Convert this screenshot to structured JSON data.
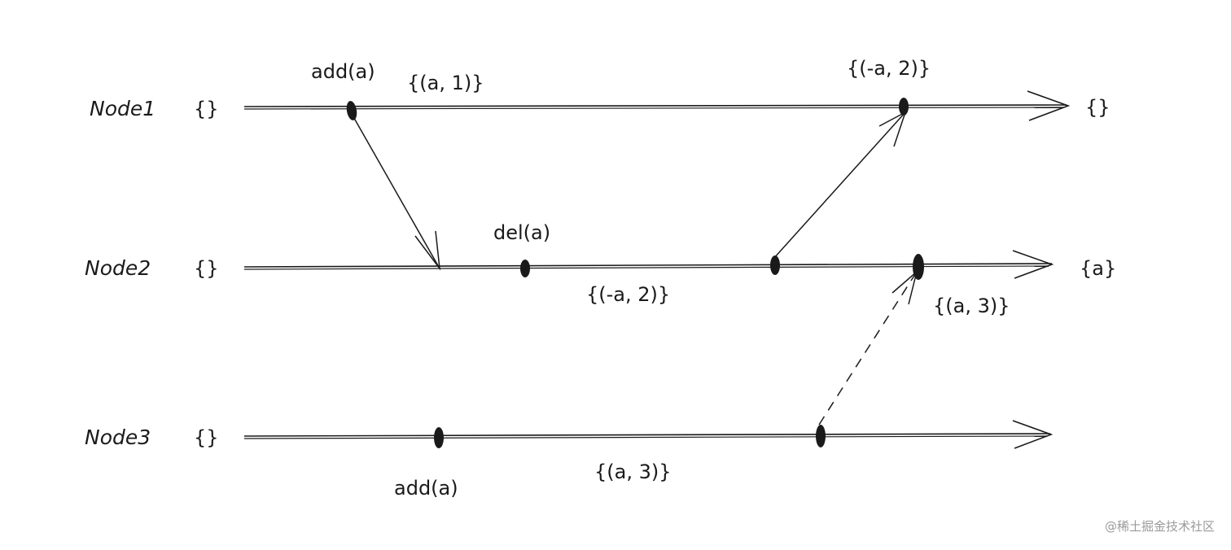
{
  "nodes": [
    {
      "label": "Node1",
      "initial": "{}",
      "final": "{}"
    },
    {
      "label": "Node2",
      "initial": "{}",
      "final": "{a}"
    },
    {
      "label": "Node3",
      "initial": "{}",
      "final": ""
    }
  ],
  "events": {
    "n1_add": {
      "op": "add(a)",
      "state": "{(a, 1)}"
    },
    "n1_merge": {
      "state": "{(-a, 2)}"
    },
    "n2_del": {
      "op": "del(a)",
      "state": "{(-a, 2)}"
    },
    "n2_merge": {
      "state": "{(a, 3)}"
    },
    "n3_add": {
      "op": "add(a)",
      "state": "{(a, 3)}"
    }
  },
  "watermark": "@稀土掘金技术社区",
  "colors": {
    "ink": "#1a1a1a",
    "watermark": "#9a9a9a"
  }
}
